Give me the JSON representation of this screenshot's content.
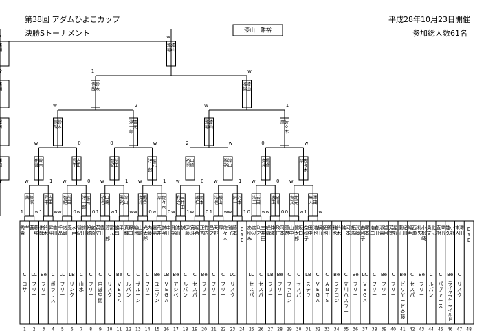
{
  "header": {
    "title": "第38回 アダムひよこカップ",
    "subtitle": "決勝Sトーナメント",
    "date": "平成28年10月23日開催",
    "participants": "参加総人数61名"
  },
  "champion": "漆山　雅裕",
  "players": [
    {
      "no": "1",
      "name": "岸　秀貴",
      "cls": "C",
      "club": "ロサ"
    },
    {
      "no": "2",
      "name": "藤塚　茜",
      "cls": "LC",
      "club": "フリー"
    },
    {
      "no": "3",
      "name": "鈴木　侑哉",
      "cls": "Be",
      "club": "フリー"
    },
    {
      "no": "4",
      "name": "吉田　昇平",
      "cls": "C",
      "club": "ポラリス"
    },
    {
      "no": "5",
      "name": "諸岡　千晶",
      "cls": "LC",
      "club": "フリー"
    },
    {
      "no": "6",
      "name": "水戸　愛",
      "cls": "LB",
      "club": "リンク"
    },
    {
      "no": "7",
      "name": "前田　智紀",
      "cls": "C",
      "club": "山水"
    },
    {
      "no": "8",
      "name": "宮崎　将弥",
      "cls": "C",
      "club": "フリー"
    },
    {
      "no": "9",
      "name": "豊田　英史",
      "cls": "C",
      "club": "自遊空間"
    },
    {
      "no": "10",
      "name": "冨元　淳一郎",
      "cls": "C",
      "club": "リスク"
    },
    {
      "no": "11",
      "name": "平　俊昌",
      "cls": "Be",
      "club": "VEGA"
    },
    {
      "no": "12",
      "name": "野口　真輝",
      "cls": "C",
      "club": "ルパン"
    },
    {
      "no": "13",
      "name": "山崎　裕也",
      "cls": "C",
      "club": "サルーン"
    },
    {
      "no": "14",
      "name": "内藤　光太郎",
      "cls": "C",
      "club": "フリー"
    },
    {
      "no": "15",
      "name": "荒井　嘉憲",
      "cls": "Be",
      "club": "ユニゾン"
    },
    {
      "no": "16",
      "name": "中田　誠英",
      "cls": "LB",
      "club": "VEGA"
    },
    {
      "no": "17",
      "name": "漆山　雅裕",
      "cls": "Be",
      "club": "アシベ"
    },
    {
      "no": "18",
      "name": "伊藤　誠",
      "cls": "C",
      "club": "ルパン"
    },
    {
      "no": "19",
      "name": "堀合　寛斗",
      "cls": "C",
      "club": "セスパ"
    },
    {
      "no": "20",
      "name": "竹内　正秀",
      "cls": "Be",
      "club": "フリー"
    },
    {
      "no": "21",
      "name": "天野　昌之",
      "cls": "C",
      "club": "フリー"
    },
    {
      "no": "22",
      "name": "佐々木　厚",
      "cls": "C",
      "club": "フリー"
    },
    {
      "no": "23",
      "name": "藤本　雅子",
      "cls": "LC",
      "club": "リスク"
    },
    {
      "no": "24",
      "name": "BYE",
      "cls": "",
      "club": ""
    },
    {
      "no": "25",
      "name": "渡辺　あゆみ",
      "cls": "LC",
      "club": "セスパ"
    },
    {
      "no": "26",
      "name": "三井田　利之",
      "cls": "C",
      "club": "セスパ"
    },
    {
      "no": "27",
      "name": "仲澤　咲織",
      "cls": "LB",
      "club": "フリー"
    },
    {
      "no": "28",
      "name": "岡本　政仁",
      "cls": "Be",
      "club": "フリー"
    },
    {
      "no": "29",
      "name": "山中　恵彦",
      "cls": "C",
      "club": "ファロン"
    },
    {
      "no": "30",
      "name": "坂口　健太郎",
      "cls": "C",
      "club": "セスパ"
    },
    {
      "no": "31",
      "name": "田中　奈穂子",
      "cls": "LB",
      "club": "ステラ"
    },
    {
      "no": "32",
      "name": "横山　浩也",
      "cls": "C",
      "club": "VEGA"
    },
    {
      "no": "33",
      "name": "鶴田　拓也",
      "cls": "C",
      "club": "ANTS"
    },
    {
      "no": "34",
      "name": "鈴木　雅也",
      "cls": "Be",
      "club": "ファロン"
    },
    {
      "no": "35",
      "name": "河本　純一",
      "cls": "C",
      "club": "立川ハスラー"
    },
    {
      "no": "36",
      "name": "武藤　拓馬",
      "cls": "Be",
      "club": "フリー"
    },
    {
      "no": "37",
      "name": "塚本　由利子",
      "cls": "LC",
      "club": "VEGA"
    },
    {
      "no": "38",
      "name": "岩田　浩二",
      "cls": "C",
      "club": "フリー"
    },
    {
      "no": "39",
      "name": "望月　淑貴",
      "cls": "Be",
      "club": "フリー"
    },
    {
      "no": "40",
      "name": "星野　芳徳",
      "cls": "C",
      "club": "フリー"
    },
    {
      "no": "41",
      "name": "紀川　恵正",
      "cls": "Be",
      "club": "ビリヤード斉藤"
    },
    {
      "no": "42",
      "name": "西瀬　経明",
      "cls": "C",
      "club": "セスパ"
    },
    {
      "no": "43",
      "name": "小松崎　礼央",
      "cls": "Be",
      "club": "フリー"
    },
    {
      "no": "44",
      "name": "北元　貴文",
      "cls": "C",
      "club": "ルパン"
    },
    {
      "no": "45",
      "name": "澤出　直樹",
      "cls": "C",
      "club": "パヴァース"
    },
    {
      "no": "46",
      "name": "小野　能久",
      "cls": "Be",
      "club": "ライクアチャイルド"
    },
    {
      "no": "47",
      "name": "澤田　隼人",
      "cls": "C",
      "club": "リスク"
    },
    {
      "no": "48",
      "name": "BYE",
      "cls": "",
      "club": ""
    }
  ],
  "rounds": [
    {
      "matches": [
        {
          "winner": "藤塚　茜",
          "scores": [
            "1",
            "w"
          ]
        },
        {
          "winner": "吉田　昇平",
          "scores": [
            "1",
            "w"
          ]
        },
        {
          "winner": "前田　智紀",
          "scores": [
            "w",
            "0"
          ]
        },
        {
          "winner": "冨元　淳一郎",
          "scores": [
            "w",
            "0"
          ]
        },
        {
          "winner": "山崎　裕也",
          "scores": [
            "1",
            "w"
          ]
        },
        {
          "winner": "漆山　雅裕",
          "scores": [
            "1",
            "w"
          ]
        },
        {
          "winner": "堀合　寛斗",
          "scores": [
            "w",
            "0"
          ]
        },
        {
          "winner": "佐々木　厚",
          "scores": [
            "w",
            "0"
          ]
        },
        {
          "winner": "三井田　利之",
          "scores": [
            "w",
            "1"
          ]
        },
        {
          "winner": "岡本　政仁",
          "scores": [
            "w",
            "0"
          ]
        },
        {
          "winner": "横山　浩也",
          "scores": [
            "1",
            "w"
          ]
        },
        {
          "winner": "河本　純一",
          "scores": [
            "w",
            "1"
          ]
        },
        {
          "winner": "岩田　浩二",
          "scores": [
            "0",
            "w"
          ]
        },
        {
          "winner": "紀川　恵正",
          "scores": [
            "w",
            "0"
          ]
        },
        {
          "winner": "北元　貴文",
          "scores": [
            "0",
            "w"
          ]
        },
        {
          "winner": "澤田　隼人",
          "scores": [
            "1",
            "w"
          ]
        }
      ]
    },
    {
      "matches": [
        {
          "winner": "鈴木　侑哉",
          "scores": [
            "w",
            "1"
          ]
        },
        {
          "winner": "吉田　昇平",
          "scores": [
            "w",
            "0"
          ]
        },
        {
          "winner": "前田　智紀",
          "scores": [
            "w",
            "1"
          ]
        },
        {
          "winner": "冨元　淳一郎",
          "scores": [
            "w",
            "1"
          ]
        },
        {
          "winner": "山崎　裕也",
          "scores": [
            "w",
            "0"
          ]
        },
        {
          "winner": "漆山　雅裕",
          "scores": [
            "w",
            "1"
          ]
        },
        {
          "winner": "堀合　寛斗",
          "scores": [
            "w",
            "0"
          ]
        },
        {
          "winner": "佐々木　厚",
          "scores": [
            "w",
            ""
          ]
        },
        {
          "winner": "仲澤　咲織",
          "scores": [
            "0",
            "w"
          ]
        },
        {
          "winner": "坂口　健太郎",
          "scores": [
            "w",
            "0"
          ]
        },
        {
          "winner": "鶴田　拓也",
          "scores": [
            "2",
            "w"
          ]
        },
        {
          "winner": "河本　純一",
          "scores": [
            "w",
            "1"
          ]
        },
        {
          "winner": "岩田　浩二",
          "scores": [
            "w",
            "0"
          ]
        },
        {
          "winner": "西瀬　経明",
          "scores": [
            "w",
            "0"
          ]
        },
        {
          "winner": "澤出　直樹",
          "scores": [
            "w",
            "0"
          ]
        },
        {
          "winner": "澤田　隼人",
          "scores": [
            "w",
            "0"
          ]
        }
      ]
    },
    {
      "matches": [
        {
          "winner": "鈴木　侑哉",
          "scores": [
            "w",
            "0"
          ]
        },
        {
          "winner": "冨元　淳一郎",
          "scores": [
            "0",
            "w"
          ]
        },
        {
          "winner": "漆山　雅裕",
          "scores": [
            "2",
            "w"
          ]
        },
        {
          "winner": "佐々木　厚",
          "scores": [
            "0",
            "w"
          ]
        },
        {
          "winner": "仲澤　咲織",
          "scores": [
            "w",
            "0"
          ]
        },
        {
          "winner": "鶴田　拓也",
          "scores": [
            "1",
            "w"
          ]
        },
        {
          "winner": "西瀬　経明",
          "scores": [
            "0",
            "w"
          ]
        },
        {
          "winner": "澤田　隼人",
          "scores": [
            "1",
            "w"
          ]
        }
      ]
    },
    {
      "matches": [
        {
          "winner": "鈴木　侑哉",
          "scores": [
            "w",
            "2"
          ]
        },
        {
          "winner": "漆山　雅裕",
          "scores": [
            "w",
            "1"
          ]
        },
        {
          "winner": "仲澤　咲織",
          "scores": [
            "w",
            "0"
          ]
        },
        {
          "winner": "西瀬　経明",
          "scores": [
            "w",
            "2"
          ]
        }
      ]
    },
    {
      "matches": [
        {
          "winner": "漆山　雅裕",
          "scores": [
            "1",
            "w"
          ]
        },
        {
          "winner": "西瀬　経明",
          "scores": [
            "0",
            "w"
          ]
        }
      ]
    },
    {
      "matches": [
        {
          "winner": "漆山　雅裕",
          "scores": [
            "w",
            "2"
          ]
        }
      ]
    }
  ],
  "colors": {
    "line": "#000000",
    "background": "#ffffff"
  }
}
